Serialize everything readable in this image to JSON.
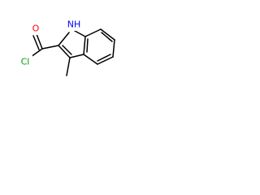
{
  "structure": {
    "atoms": {
      "nh": "NH",
      "o": "O",
      "cl": "Cl"
    },
    "colors": {
      "bond": "#000000",
      "nitrogen": "#0000ff",
      "oxygen": "#ff0000",
      "chlorine": "#00a000",
      "background": "#ffffff"
    }
  }
}
